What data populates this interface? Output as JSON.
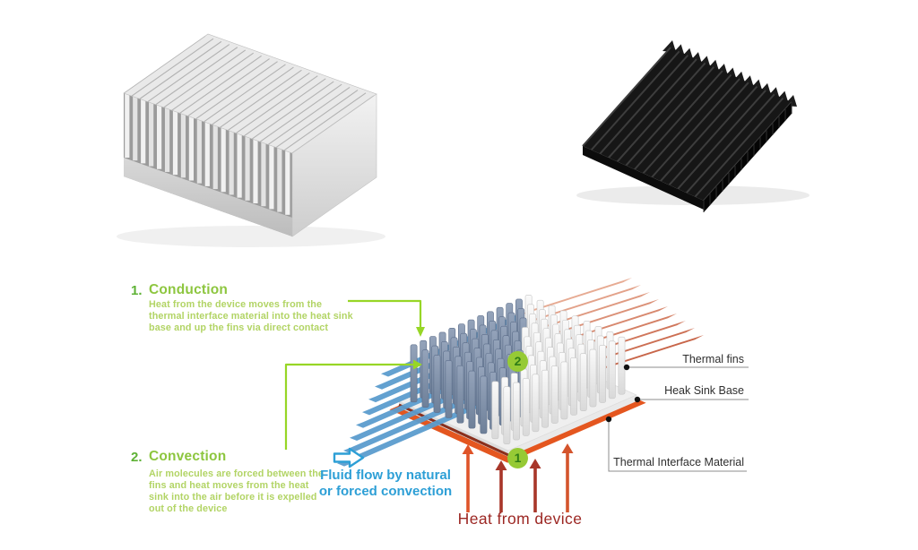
{
  "colors": {
    "number_green": "#5eb235",
    "step_green": "#8dc63f",
    "body_green": "#b2d465",
    "callout_green": "#97d626",
    "flow_blue": "#2d9fd6",
    "ribbon_blue": "#5b9ccd",
    "ribbon_salmon_light": "#e7ab93",
    "ribbon_salmon_dark": "#c8664a",
    "tim_orange": "#e4561f",
    "tim_maroon": "#8a2f1c",
    "heat_red_dark": "#9c2723",
    "arrow_orange": "#df5429",
    "arrow_dark_red": "#a83629",
    "badge_green": "#96ca35",
    "badge_text_green": "#2f7d16",
    "label_gray": "#2e2e2e",
    "leader_line_gray": "#8c8c8c"
  },
  "diagram": {
    "steps": [
      {
        "num": "1.",
        "title": "Conduction",
        "body": "Heat from the device moves from the thermal interface material into the heat sink base and up the fins via direct contact"
      },
      {
        "num": "2.",
        "title": "Convection",
        "body": "Air molecules are forced between the fins and heat moves from the heat sink into the air before it is expelled out of the device"
      }
    ],
    "fluid_flow": {
      "lines": [
        "Fluid flow by natural",
        "or forced convection"
      ]
    },
    "heat_from_device": "Heat from device",
    "badges": {
      "conduction": "1",
      "convection": "2"
    },
    "part_labels": {
      "thermal_fins": "Thermal fins",
      "heat_sink_base": "Heak Sink Base",
      "thermal_interface_material": "Thermal Interface Material"
    }
  }
}
